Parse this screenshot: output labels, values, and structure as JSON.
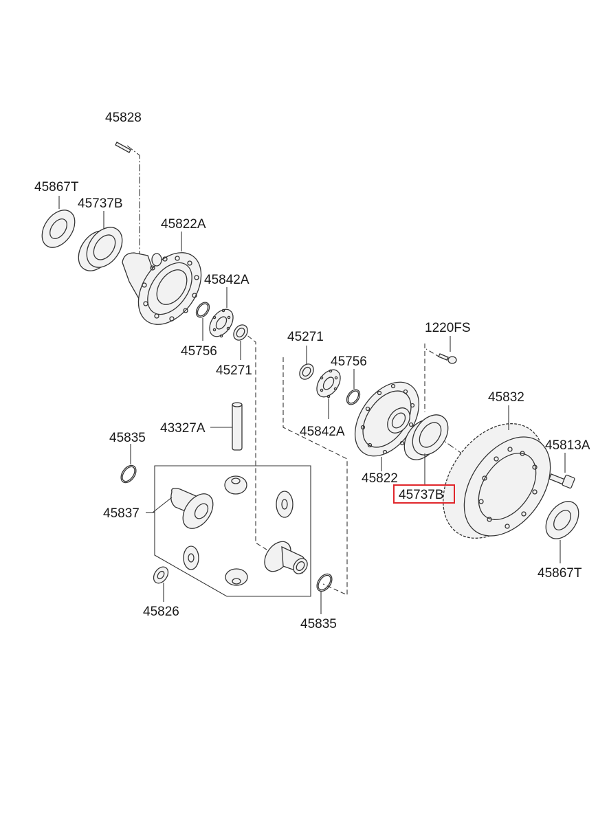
{
  "diagram": {
    "callouts": {
      "p45828": "45828",
      "p45867T_left": "45867T",
      "p45737B_left": "45737B",
      "p45822A": "45822A",
      "p45842A_top": "45842A",
      "p45756_left": "45756",
      "p45271_left": "45271",
      "p45271_right": "45271",
      "p45756_right": "45756",
      "p1220FS": "1220FS",
      "p45832": "45832",
      "p43327A": "43327A",
      "p45835_left": "45835",
      "p45842A_bottom": "45842A",
      "p45813A": "45813A",
      "p45822": "45822",
      "p45737B_right": "45737B",
      "p45837": "45837",
      "p45867T_right": "45867T",
      "p45826": "45826",
      "p45835_bottom": "45835"
    },
    "highlighted_callout": "45737B",
    "highlight_color": "#e0262b"
  }
}
